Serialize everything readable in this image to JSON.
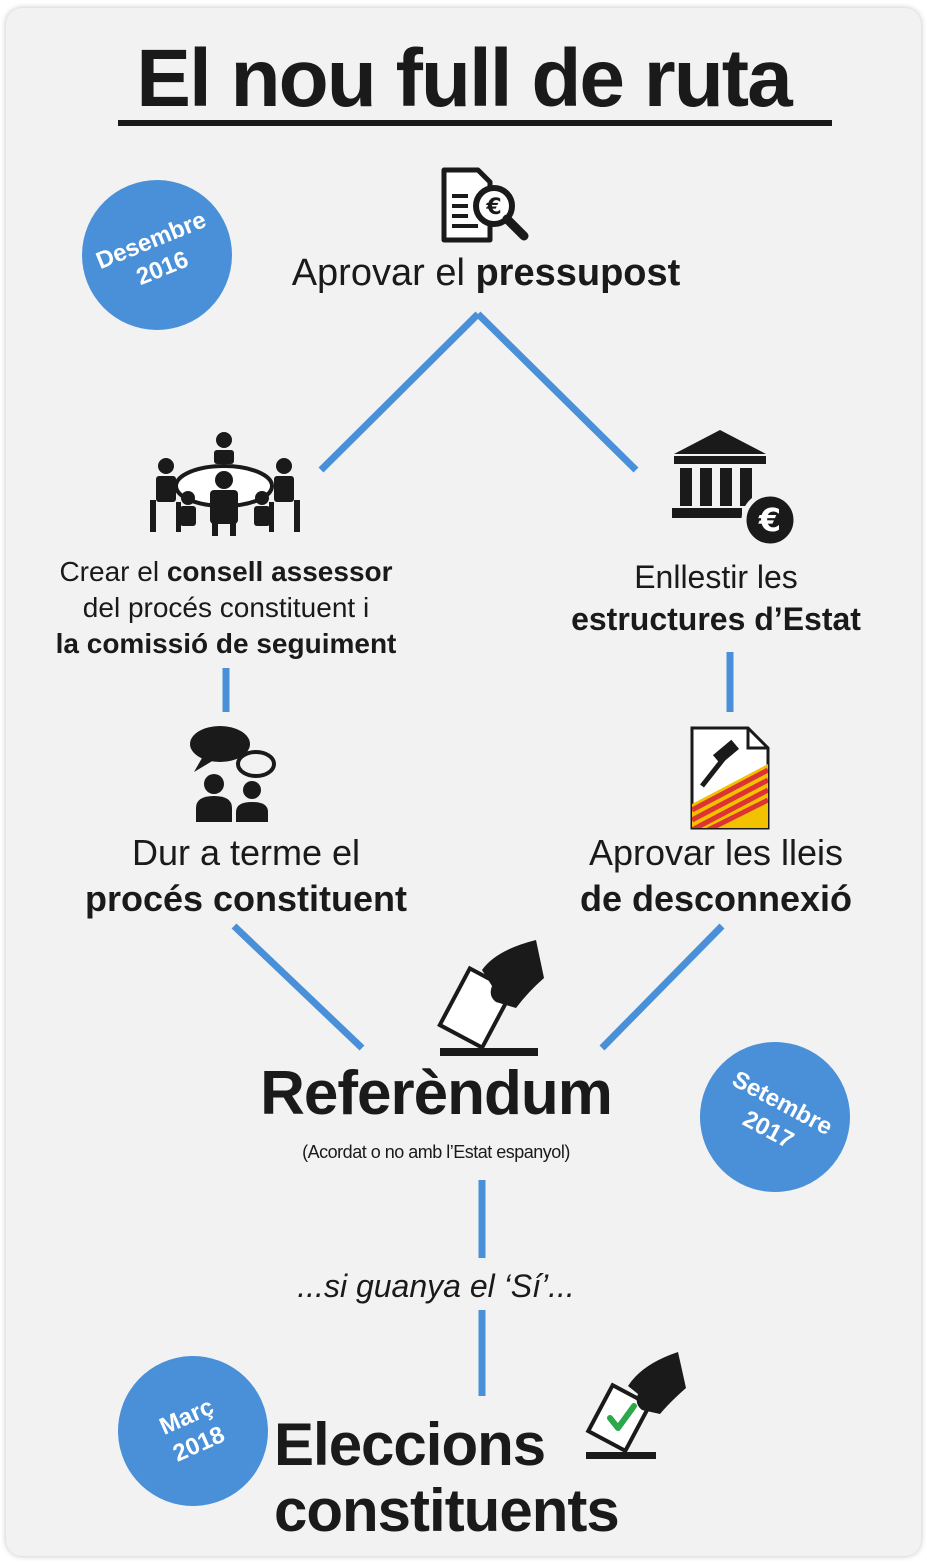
{
  "title": "El nou full de ruta",
  "colors": {
    "accent": "#4a90d9",
    "line": "#4a90d9",
    "text": "#1a1a1a",
    "background": "#f2f2f2"
  },
  "dates": {
    "dec2016": {
      "line1": "Desembre",
      "line2": "2016"
    },
    "sep2017": {
      "line1": "Setembre",
      "line2": "2017"
    },
    "mar2018": {
      "line1": "Març",
      "line2": "2018"
    }
  },
  "steps": {
    "budget": {
      "plain": "Aprovar el ",
      "bold": "pressupost",
      "icon": "document-euro-search-icon"
    },
    "council": {
      "l1_plain": "Crear el ",
      "l1_bold": "consell assessor",
      "l2": "del procés constituent i",
      "l3": "la comissió de seguiment",
      "icon": "meeting-table-icon"
    },
    "structures": {
      "l1": "Enllestir les",
      "l2": "estructures d’Estat",
      "icon": "bank-euro-icon"
    },
    "process": {
      "l1": "Dur a terme el",
      "l2": "procés constituent",
      "icon": "people-speech-icon"
    },
    "laws": {
      "l1": "Aprovar les lleis",
      "l2": "de desconnexió",
      "icon": "gavel-document-icon"
    },
    "referendum": {
      "title": "Referèndum",
      "subtitle": "(Acordat o no amb l’Estat espanyol)",
      "icon": "ballot-hand-icon"
    },
    "condition": "...si guanya el ‘Sí’...",
    "elections": {
      "l1": "Eleccions",
      "l2": "constituents",
      "icon": "ballot-check-icon"
    }
  }
}
